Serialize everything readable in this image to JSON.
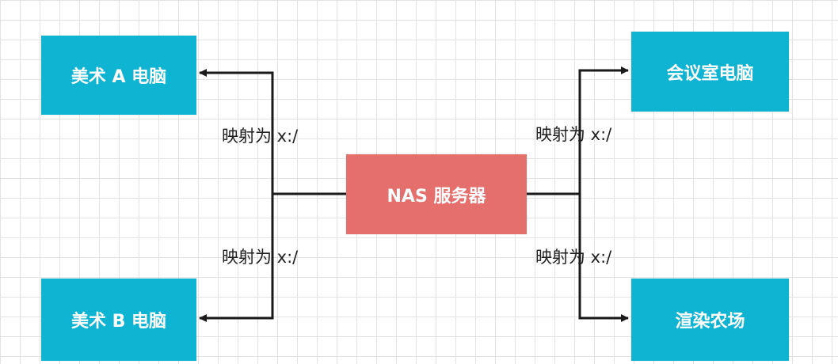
{
  "nodes": {
    "art_a_pc": "美术 A 电脑",
    "art_b_pc": "美术 B 电脑",
    "meeting_room_pc": "会议室电脑",
    "render_farm": "渲染农场",
    "nas_server": "NAS 服务器"
  },
  "edge_labels": {
    "to_art_a": "映射为 x:/",
    "to_art_b": "映射为 x:/",
    "to_meeting_room": "映射为 x:/",
    "to_render_farm": "映射为 x:/"
  },
  "colors": {
    "pc_node": "#10b4d3",
    "nas_node": "#e46f6d",
    "connector": "#1a1a1a",
    "grid": "#e3e3e3"
  }
}
